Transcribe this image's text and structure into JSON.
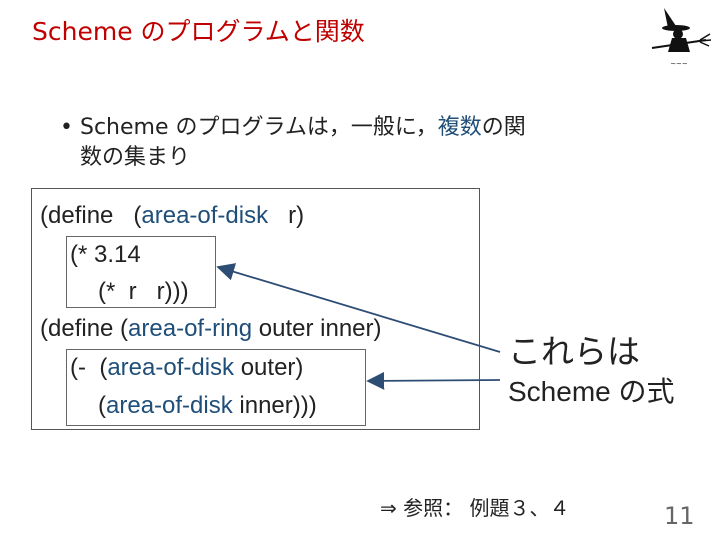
{
  "slide": {
    "title": "Scheme のプログラムと関数",
    "bullet": {
      "marker": "•",
      "part1": "Scheme のプログラムは，一般に，",
      "highlight": "複数",
      "part2": "の関",
      "line2": "数の集まり"
    },
    "code": {
      "l1a": "(define   (",
      "l1b": "area-of-disk",
      "l1c": "   r)",
      "l2": "(* 3.14",
      "l3": "(*  r   r)))",
      "l4a": "(define (",
      "l4b": "area-of-ring",
      "l4c": " outer inner)",
      "l5a": "(-  (",
      "l5b": "area-of-disk",
      "l5c": " outer)",
      "l6a": "(",
      "l6b": "area-of-disk",
      "l6c": " inner)))"
    },
    "side_label_line1": "これらは",
    "side_label_line2": "Scheme の式",
    "reference": "⇒   参照：    例題３、４",
    "page_number": "11",
    "colors": {
      "title": "#c00000",
      "code_function_names": "#1f4e79"
    }
  }
}
